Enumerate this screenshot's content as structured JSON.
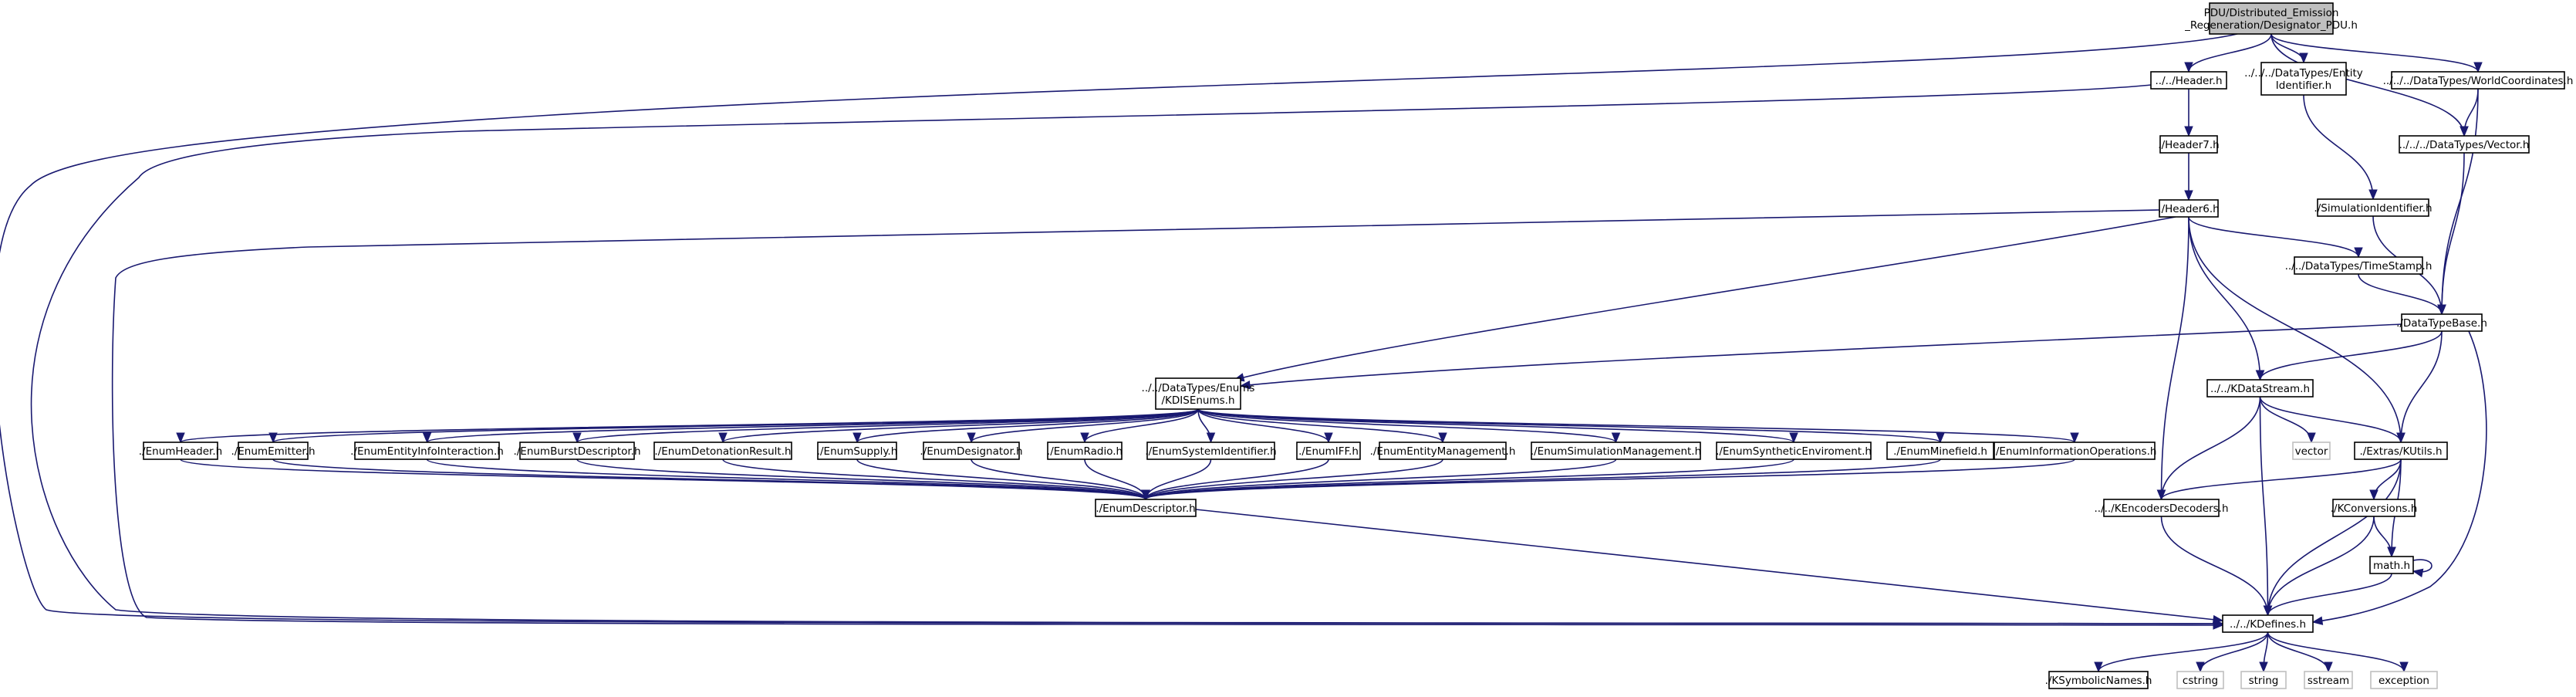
{
  "graph": {
    "nodes": [
      {
        "id": "root",
        "lines": [
          "PDU/Distributed_Emission",
          "_Regeneration/Designator_PDU.h"
        ],
        "kind": "root"
      },
      {
        "id": "header",
        "lines": [
          "../../Header.h"
        ],
        "kind": "file"
      },
      {
        "id": "entityid",
        "lines": [
          "../../../DataTypes/Entity",
          "Identifier.h"
        ],
        "kind": "file"
      },
      {
        "id": "vector",
        "lines": [
          "../../../DataTypes/Vector.h"
        ],
        "kind": "file"
      },
      {
        "id": "worldcoord",
        "lines": [
          "../../../DataTypes/WorldCoordinates.h"
        ],
        "kind": "file"
      },
      {
        "id": "header7",
        "lines": [
          "./Header7.h"
        ],
        "kind": "file"
      },
      {
        "id": "simid",
        "lines": [
          "./SimulationIdentifier.h"
        ],
        "kind": "file"
      },
      {
        "id": "header6",
        "lines": [
          "./Header6.h"
        ],
        "kind": "file"
      },
      {
        "id": "timestamp",
        "lines": [
          "../../DataTypes/TimeStamp.h"
        ],
        "kind": "file"
      },
      {
        "id": "datatypebase",
        "lines": [
          "./DataTypeBase.h"
        ],
        "kind": "file"
      },
      {
        "id": "kdisenums",
        "lines": [
          "../../DataTypes/Enums",
          "/KDISEnums.h"
        ],
        "kind": "file"
      },
      {
        "id": "kdatastream",
        "lines": [
          "../../KDataStream.h"
        ],
        "kind": "file"
      },
      {
        "id": "vectorstd",
        "lines": [
          "vector"
        ],
        "kind": "system"
      },
      {
        "id": "kutils",
        "lines": [
          "./Extras/KUtils.h"
        ],
        "kind": "file"
      },
      {
        "id": "enumheader",
        "lines": [
          "./EnumHeader.h"
        ],
        "kind": "file"
      },
      {
        "id": "enumemitter",
        "lines": [
          "./EnumEmitter.h"
        ],
        "kind": "file"
      },
      {
        "id": "enumentityinfo",
        "lines": [
          "./EnumEntityInfoInteraction.h"
        ],
        "kind": "file"
      },
      {
        "id": "enumburst",
        "lines": [
          "./EnumBurstDescriptor.h"
        ],
        "kind": "file"
      },
      {
        "id": "enumdetonation",
        "lines": [
          "./EnumDetonationResult.h"
        ],
        "kind": "file"
      },
      {
        "id": "enumsupply",
        "lines": [
          "./EnumSupply.h"
        ],
        "kind": "file"
      },
      {
        "id": "enumdesignator",
        "lines": [
          "./EnumDesignator.h"
        ],
        "kind": "file"
      },
      {
        "id": "enumradio",
        "lines": [
          "./EnumRadio.h"
        ],
        "kind": "file"
      },
      {
        "id": "enumsysid",
        "lines": [
          "./EnumSystemIdentifier.h"
        ],
        "kind": "file"
      },
      {
        "id": "enumiff",
        "lines": [
          "./EnumIFF.h"
        ],
        "kind": "file"
      },
      {
        "id": "enumentitymgmt",
        "lines": [
          "./EnumEntityManagement.h"
        ],
        "kind": "file"
      },
      {
        "id": "enumsimmgmt",
        "lines": [
          "./EnumSimulationManagement.h"
        ],
        "kind": "file"
      },
      {
        "id": "enumsynthetic",
        "lines": [
          "./EnumSyntheticEnviroment.h"
        ],
        "kind": "file"
      },
      {
        "id": "enumminefield",
        "lines": [
          "./EnumMinefield.h"
        ],
        "kind": "file"
      },
      {
        "id": "enuminfoops",
        "lines": [
          "./EnumInformationOperations.h"
        ],
        "kind": "file"
      },
      {
        "id": "kconversions",
        "lines": [
          "./KConversions.h"
        ],
        "kind": "file"
      },
      {
        "id": "enumdescriptor",
        "lines": [
          "./EnumDescriptor.h"
        ],
        "kind": "file"
      },
      {
        "id": "kencoders",
        "lines": [
          "../../KEncodersDecoders.h"
        ],
        "kind": "file"
      },
      {
        "id": "math",
        "lines": [
          "math.h"
        ],
        "kind": "file"
      },
      {
        "id": "kdefines",
        "lines": [
          "../../KDefines.h"
        ],
        "kind": "file"
      },
      {
        "id": "ksymbolic",
        "lines": [
          "./KSymbolicNames.h"
        ],
        "kind": "file"
      },
      {
        "id": "cstring",
        "lines": [
          "cstring"
        ],
        "kind": "system"
      },
      {
        "id": "string",
        "lines": [
          "string"
        ],
        "kind": "system"
      },
      {
        "id": "sstream",
        "lines": [
          "sstream"
        ],
        "kind": "system"
      },
      {
        "id": "exception",
        "lines": [
          "exception"
        ],
        "kind": "system"
      }
    ],
    "edges": [
      [
        "root",
        "header"
      ],
      [
        "root",
        "entityid"
      ],
      [
        "root",
        "vector"
      ],
      [
        "root",
        "worldcoord"
      ],
      [
        "root",
        "kdefines"
      ],
      [
        "header",
        "header7"
      ],
      [
        "header",
        "kdefines"
      ],
      [
        "header7",
        "header6"
      ],
      [
        "header6",
        "timestamp"
      ],
      [
        "header6",
        "kdisenums"
      ],
      [
        "header6",
        "kdatastream"
      ],
      [
        "header6",
        "kutils"
      ],
      [
        "header6",
        "kencoders"
      ],
      [
        "header6",
        "kdefines"
      ],
      [
        "entityid",
        "simid"
      ],
      [
        "simid",
        "datatypebase"
      ],
      [
        "vector",
        "datatypebase"
      ],
      [
        "worldcoord",
        "vector"
      ],
      [
        "worldcoord",
        "datatypebase"
      ],
      [
        "timestamp",
        "datatypebase"
      ],
      [
        "datatypebase",
        "kdisenums"
      ],
      [
        "datatypebase",
        "kdatastream"
      ],
      [
        "datatypebase",
        "kutils"
      ],
      [
        "datatypebase",
        "kdefines"
      ],
      [
        "kdisenums",
        "enumheader"
      ],
      [
        "kdisenums",
        "enumemitter"
      ],
      [
        "kdisenums",
        "enumentityinfo"
      ],
      [
        "kdisenums",
        "enumburst"
      ],
      [
        "kdisenums",
        "enumdetonation"
      ],
      [
        "kdisenums",
        "enumsupply"
      ],
      [
        "kdisenums",
        "enumdesignator"
      ],
      [
        "kdisenums",
        "enumradio"
      ],
      [
        "kdisenums",
        "enumsysid"
      ],
      [
        "kdisenums",
        "enumiff"
      ],
      [
        "kdisenums",
        "enumentitymgmt"
      ],
      [
        "kdisenums",
        "enumsimmgmt"
      ],
      [
        "kdisenums",
        "enumsynthetic"
      ],
      [
        "kdisenums",
        "enumminefield"
      ],
      [
        "kdisenums",
        "enuminfoops"
      ],
      [
        "enumheader",
        "enumdescriptor"
      ],
      [
        "enumemitter",
        "enumdescriptor"
      ],
      [
        "enumentityinfo",
        "enumdescriptor"
      ],
      [
        "enumburst",
        "enumdescriptor"
      ],
      [
        "enumdetonation",
        "enumdescriptor"
      ],
      [
        "enumsupply",
        "enumdescriptor"
      ],
      [
        "enumdesignator",
        "enumdescriptor"
      ],
      [
        "enumradio",
        "enumdescriptor"
      ],
      [
        "enumsysid",
        "enumdescriptor"
      ],
      [
        "enumiff",
        "enumdescriptor"
      ],
      [
        "enumentitymgmt",
        "enumdescriptor"
      ],
      [
        "enumsimmgmt",
        "enumdescriptor"
      ],
      [
        "enumsynthetic",
        "enumdescriptor"
      ],
      [
        "enumminefield",
        "enumdescriptor"
      ],
      [
        "enuminfoops",
        "enumdescriptor"
      ],
      [
        "enumdescriptor",
        "kdefines"
      ],
      [
        "kdatastream",
        "vectorstd"
      ],
      [
        "kdatastream",
        "kutils"
      ],
      [
        "kdatastream",
        "kencoders"
      ],
      [
        "kdatastream",
        "kdefines"
      ],
      [
        "kutils",
        "kencoders"
      ],
      [
        "kutils",
        "kconversions"
      ],
      [
        "kutils",
        "math"
      ],
      [
        "kutils",
        "kdefines"
      ],
      [
        "kconversions",
        "math"
      ],
      [
        "kconversions",
        "kdefines"
      ],
      [
        "math",
        "math"
      ],
      [
        "math",
        "kdefines"
      ],
      [
        "kencoders",
        "kdefines"
      ],
      [
        "kdefines",
        "ksymbolic"
      ],
      [
        "kdefines",
        "cstring"
      ],
      [
        "kdefines",
        "string"
      ],
      [
        "kdefines",
        "sstream"
      ],
      [
        "kdefines",
        "exception"
      ]
    ]
  }
}
